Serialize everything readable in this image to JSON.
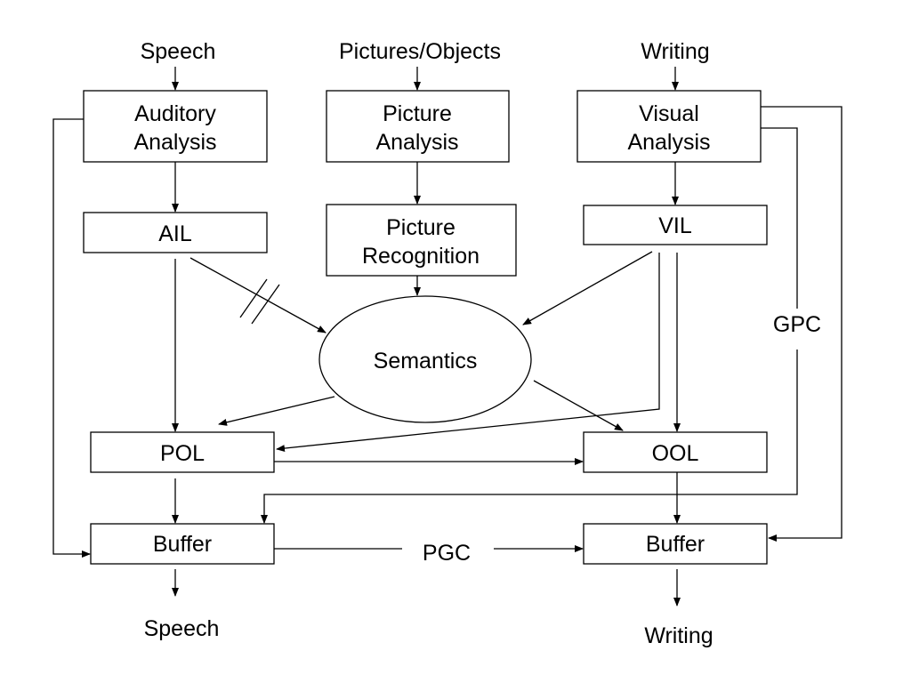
{
  "inputs": {
    "speech": "Speech",
    "pictures": "Pictures/Objects",
    "writing": "Writing"
  },
  "boxes": {
    "auditory_analysis": [
      "Auditory",
      "Analysis"
    ],
    "picture_analysis": [
      "Picture",
      "Analysis"
    ],
    "visual_analysis": [
      "Visual",
      "Analysis"
    ],
    "ail": "AIL",
    "picture_recognition": [
      "Picture",
      "Recognition"
    ],
    "vil": "VIL",
    "semantics": "Semantics",
    "pol": "POL",
    "ool": "OOL",
    "buffer_left": "Buffer",
    "buffer_right": "Buffer"
  },
  "routes": {
    "gpc": "GPC",
    "pgc": "PGC"
  },
  "outputs": {
    "speech": "Speech",
    "writing": "Writing"
  },
  "colors": {
    "stroke": "#000000",
    "background": "#ffffff"
  }
}
